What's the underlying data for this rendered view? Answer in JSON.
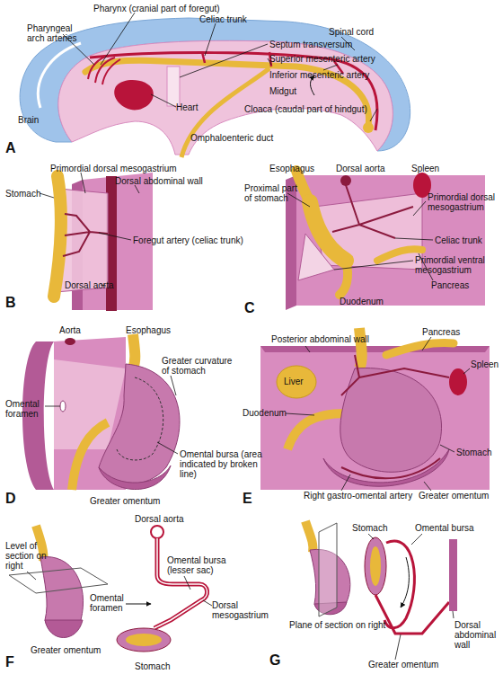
{
  "diagram": {
    "labels": [
      "Pharynx (cranial part of foregut)",
      "Celiac trunk",
      "Pharyngeal arch arteries",
      "Spinal cord",
      "Septum transversum",
      "Superior mesenteric artery",
      "Inferior mesenteric artery",
      "Midgut",
      "Brain",
      "Heart",
      "Cloaca (caudal part of hindgut)",
      "Omphaloenteric duct",
      "A",
      "Primordial dorsal mesogastrium",
      "Dorsal abdominal wall",
      "Stomach",
      "Foregut artery (celiac trunk)",
      "Dorsal aorta",
      "B",
      "Esophagus",
      "Dorsal aorta",
      "Spleen",
      "Proximal part of stomach",
      "Primordial dorsal mesogastrium",
      "Celiac trunk",
      "Primordial ventral mesogastrium",
      "Pancreas",
      "Duodenum",
      "C",
      "Aorta",
      "Esophagus",
      "Greater curvature of stomach",
      "Omental foramen",
      "Omental bursa (area indicated by broken line)",
      "Greater omentum",
      "D",
      "Posterior abdominal wall",
      "Pancreas",
      "Spleen",
      "Liver",
      "Duodenum",
      "Stomach",
      "Right gastro-omental artery",
      "Greater omentum",
      "E",
      "Level of section on right",
      "Dorsal aorta",
      "Omental bursa (lesser sac)",
      "Omental foramen",
      "Dorsal mesogastrium",
      "Greater omentum",
      "Stomach",
      "F",
      "Stomach",
      "Omental bursa",
      "Plane of section on right",
      "Dorsal abdominal wall",
      "Greater omentum",
      "G"
    ]
  }
}
